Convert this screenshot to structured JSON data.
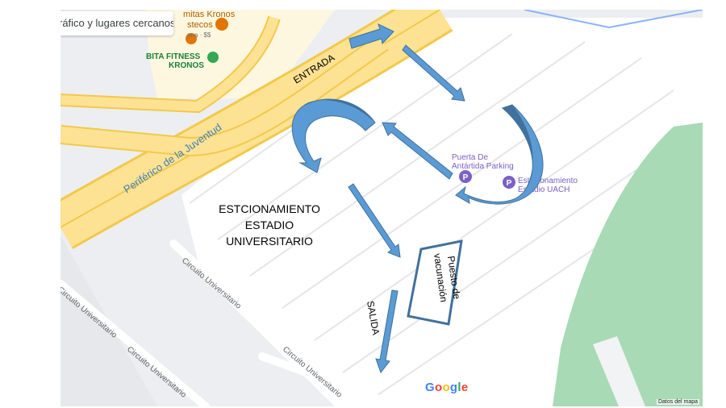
{
  "search_chip": {
    "label": "ráfico y lugares cercanos"
  },
  "pois": {
    "restaurant_name_line1": "mitas Kronos",
    "restaurant_name_line2": "stecos",
    "restaurant_name_line3": "ana · $$",
    "gym_name_line1": "BITA FITNESS",
    "gym_name_line2": "KRONOS",
    "parking1_line1": "Puerta De",
    "parking1_line2": "Antártida Parking",
    "parking2_line1": "Estacionamiento",
    "parking2_line2": "Estadio UACH",
    "parking_glyph": "P"
  },
  "roads": {
    "periferico": "Periférico de la Juventud",
    "circuito": "Circuito Universitario"
  },
  "annotations": {
    "entrada": "ENTRADA",
    "salida": "SALIDA",
    "lot_line1": "ESTCIONAMIENTO",
    "lot_line2": "ESTADIO",
    "lot_line3": "UNIVERSITARIO",
    "vaccine_line1": "Puesto de",
    "vaccine_line2": "vacunación"
  },
  "google_logo": {
    "G": "G",
    "o1": "o",
    "o2": "o",
    "g": "g",
    "l": "l",
    "e": "e"
  },
  "attribution": "Datos del mapa",
  "icons": {
    "restaurant": "fork-knife-icon",
    "gym": "dumbbell-pin-icon",
    "parking": "parking-pin-icon"
  },
  "colors": {
    "arrow_light": "#5b9bd5",
    "arrow_dark": "#41719c",
    "road_yellow": "#fde293",
    "road_edge": "#f2c94c",
    "park_green": "#a8dab5",
    "poi_orange": "#e37400",
    "poi_green": "#34a853",
    "poi_purple": "#7b61c4"
  }
}
